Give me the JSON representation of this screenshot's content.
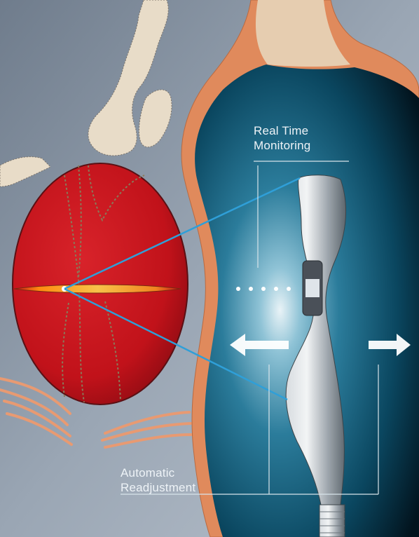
{
  "labels": {
    "monitoring": {
      "line1": "Real Time",
      "line2": "Monitoring"
    },
    "readjustment": {
      "line1": "Automatic",
      "line2": "Readjustment"
    }
  },
  "colors": {
    "background": "#8d99a8",
    "heart_red": "#c8141c",
    "vessel_outline": "#e08a5c",
    "vessel_interior": "#0d4f68",
    "stone": "#e8dcc8",
    "pointer_line": "#2f9fd8",
    "arrow": "#ffffff",
    "device": "#b9c0c6"
  }
}
